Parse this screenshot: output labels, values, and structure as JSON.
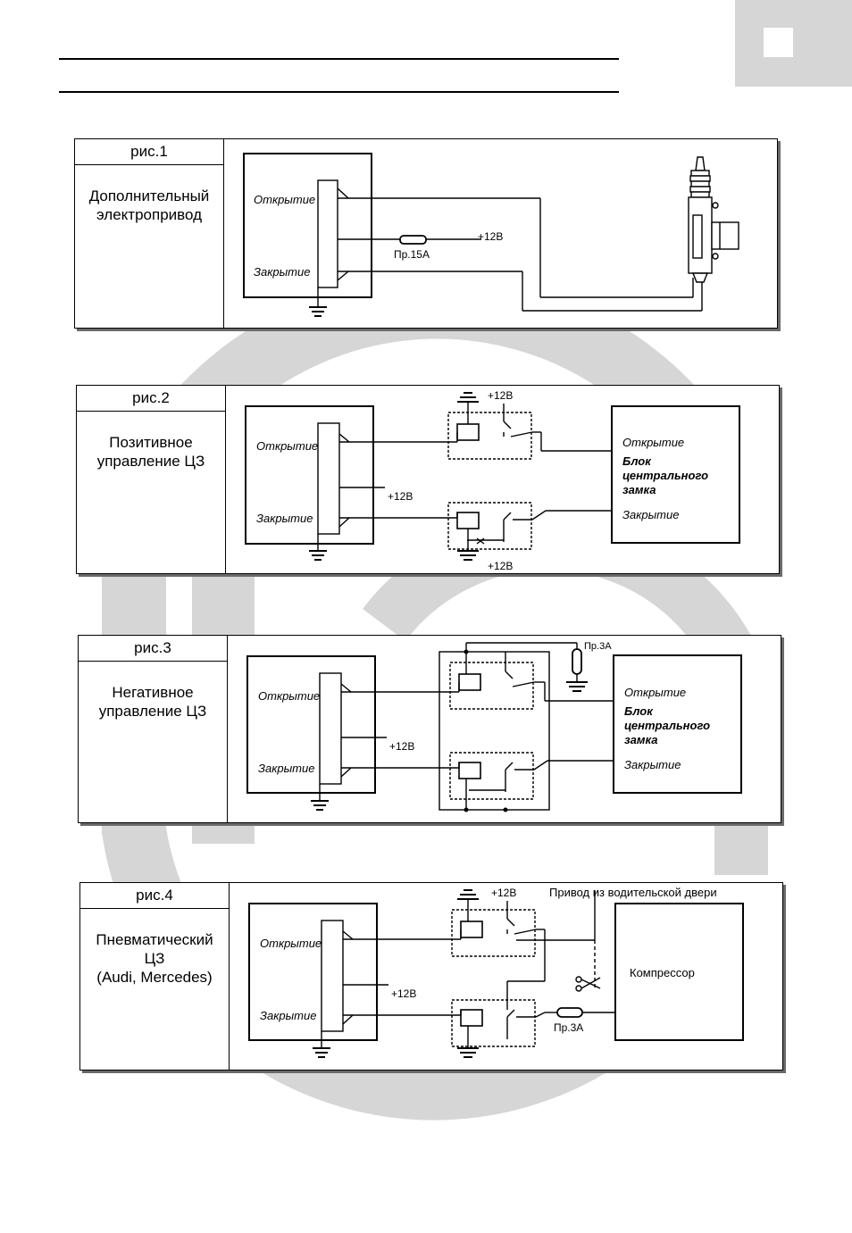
{
  "figures": [
    {
      "label": "рис.1",
      "desc": [
        "Дополнительный",
        "электропривод"
      ],
      "open": "Открытие",
      "close": "Закрытие",
      "plus12": "+12В",
      "fuse": "Пр.15А"
    },
    {
      "label": "рис.2",
      "desc": [
        "Позитивное",
        "управление ЦЗ"
      ],
      "open": "Открытие",
      "close": "Закрытие",
      "plus12": "+12В",
      "relay_top_plus": "+12В",
      "relay_bot_plus": "+12В",
      "block_open": "Открытие",
      "block_title": [
        "Блок",
        "центрального",
        "замка"
      ],
      "block_close": "Закрытие"
    },
    {
      "label": "рис.3",
      "desc": [
        "Негативное",
        "управление ЦЗ"
      ],
      "open": "Открытие",
      "close": "Закрытие",
      "plus12": "+12В",
      "fuse": "Пр.3А",
      "block_open": "Открытие",
      "block_title": [
        "Блок",
        "центрального",
        "замка"
      ],
      "block_close": "Закрытие"
    },
    {
      "label": "рис.4",
      "desc": [
        "Пневматический",
        "ЦЗ",
        "(Audi, Mercedes)"
      ],
      "open": "Открытие",
      "close": "Закрытие",
      "plus12": "+12В",
      "relay_plus": "+12В",
      "driver_door": "Привод из водительской двери",
      "compressor": "Компрессор",
      "fuse": "Пр.3А"
    }
  ],
  "colors": {
    "watermark": "#d6d6d6",
    "shadow": "#6a6a6a",
    "dashed_relay": "#000000"
  }
}
